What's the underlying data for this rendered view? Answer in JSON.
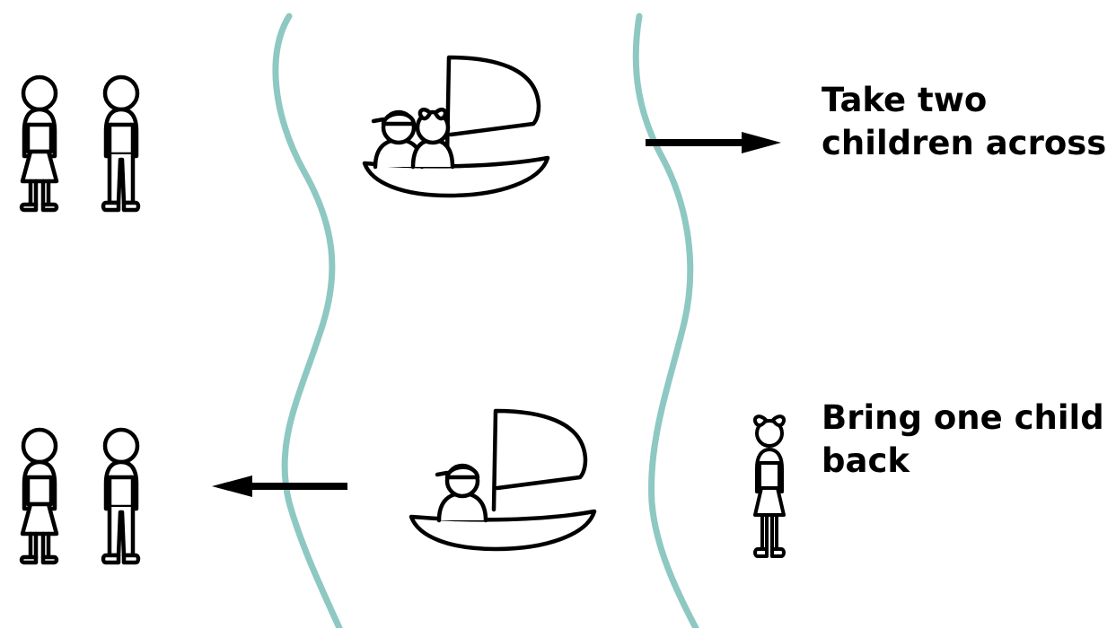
{
  "colors": {
    "river_bank": "#8ec8c2",
    "ink": "#000000",
    "background": "#ffffff"
  },
  "steps": [
    {
      "caption_lines": [
        "Take two",
        "children across"
      ],
      "direction": "right",
      "boat_passengers": [
        "boy",
        "girl"
      ],
      "left_bank": [
        "woman",
        "man"
      ],
      "right_bank": []
    },
    {
      "caption_lines": [
        "Bring one child",
        "back"
      ],
      "direction": "left",
      "boat_passengers": [
        "boy"
      ],
      "left_bank": [
        "woman",
        "man"
      ],
      "right_bank": [
        "girl"
      ]
    }
  ]
}
